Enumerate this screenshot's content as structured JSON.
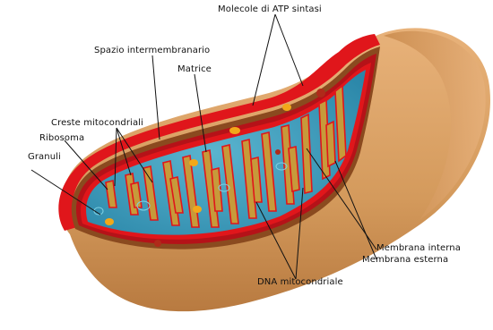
{
  "diagram": {
    "labels": {
      "atp_synthase": "Molecole di ATP sintasi",
      "intermembrane_space": "Spazio intermembranario",
      "matrix": "Matrice",
      "cristae": "Creste mitocondriali",
      "ribosome": "Ribosoma",
      "granules": "Granuli",
      "inner_membrane": "Membrana interna",
      "outer_membrane": "Membrana esterna",
      "mito_dna": "DNA mitocondriale"
    },
    "colors": {
      "outer_shell": "#d49a5c",
      "shell_shadow": "#a96a35",
      "membrane": "#e0161b",
      "matrix": "#2d8fb0",
      "matrix_light": "#5ab4cf",
      "cristae_fold": "#c79a3a",
      "granule": "#f2a81a",
      "ribosome": "#b02a1a"
    }
  }
}
